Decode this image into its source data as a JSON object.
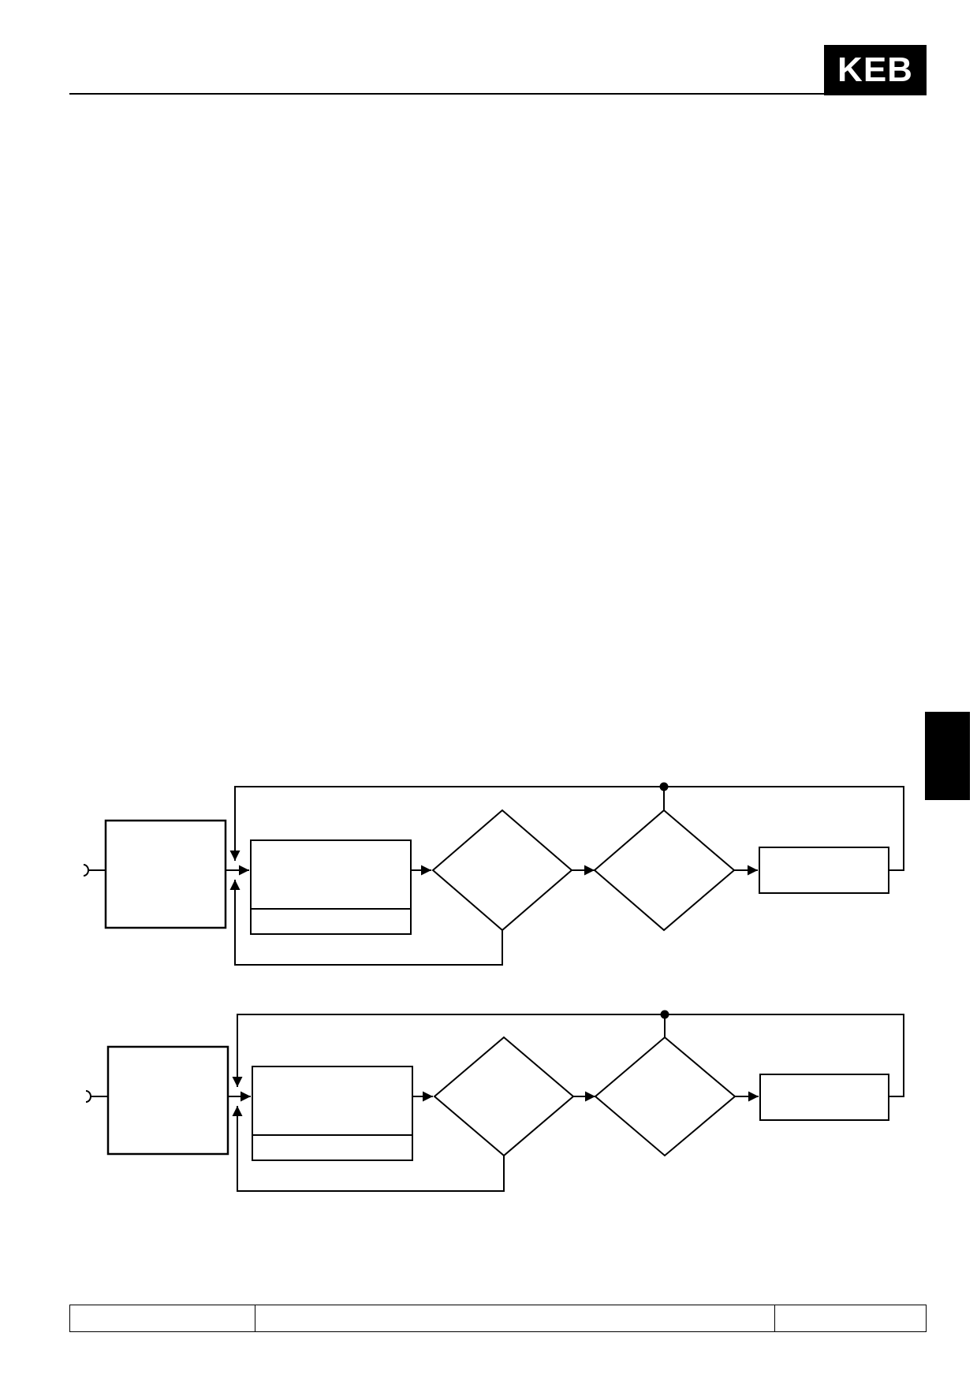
{
  "header": {
    "logo_text": "KEB"
  },
  "footer": {
    "cells": [
      "",
      "",
      ""
    ]
  },
  "diagrams": [
    {
      "id": "upper",
      "label": ""
    },
    {
      "id": "lower",
      "label": ""
    }
  ]
}
